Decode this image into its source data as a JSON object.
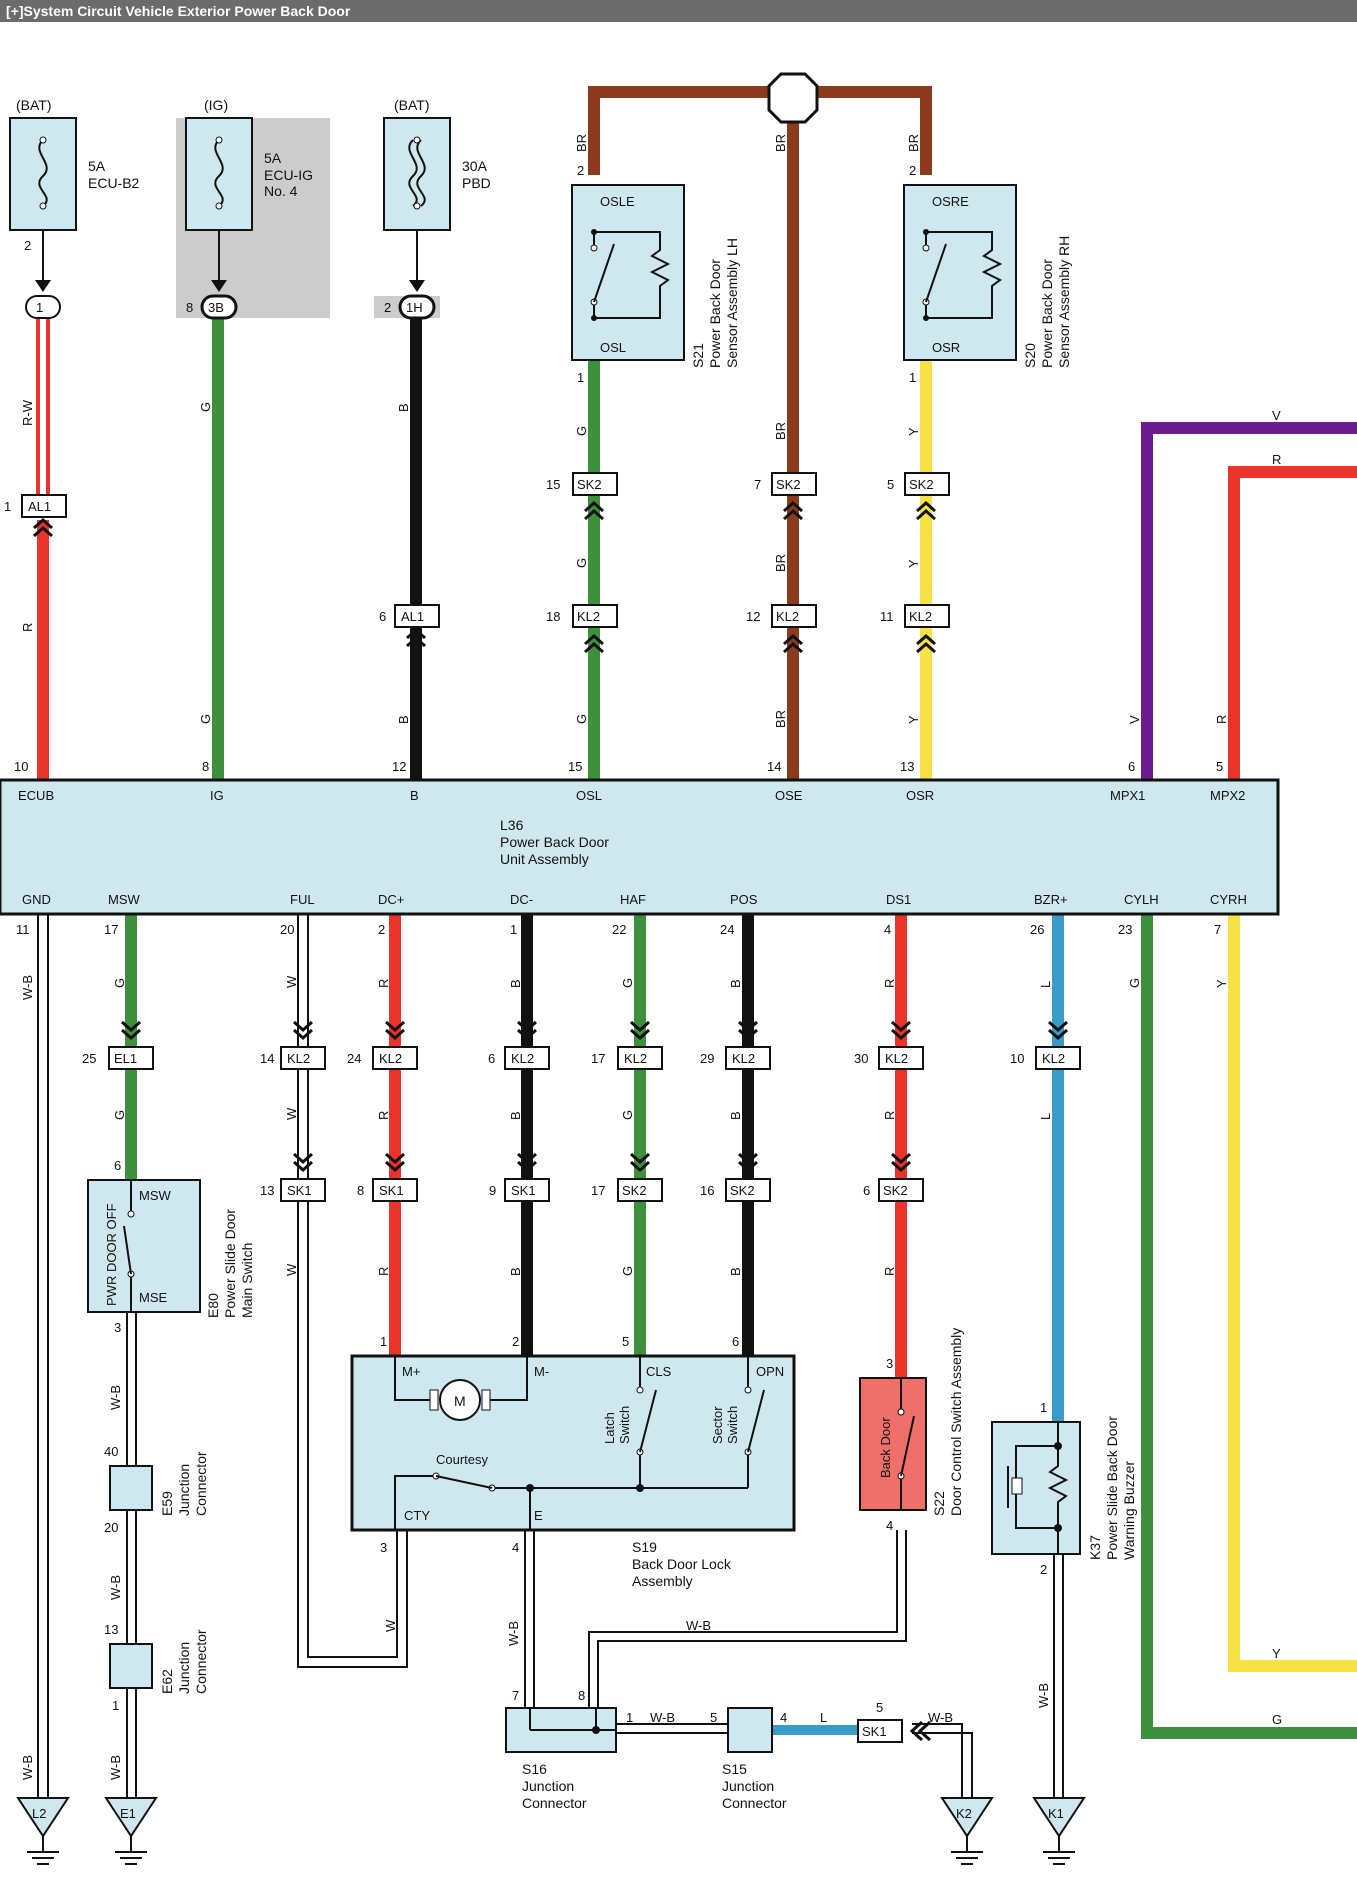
{
  "header": {
    "toggle": "[+]",
    "title": "System Circuit  Vehicle Exterior  Power Back Door"
  },
  "colors": {
    "R": "#e8342a",
    "G": "#3e8f3e",
    "B": "#111111",
    "BR": "#8b3a1e",
    "Y": "#f7e245",
    "V": "#6a1d8f",
    "L": "#3a9bc9",
    "W": "#ffffff",
    "box": "#cfe8f0",
    "switch_red": "#ef6f6a",
    "shade": "#cccccc"
  },
  "fuses": [
    {
      "supply": "(BAT)",
      "rating": "5A",
      "name1": "ECU-B2",
      "name2": "",
      "pin": "2"
    },
    {
      "supply": "(IG)",
      "rating": "5A",
      "name1": "ECU-IG",
      "name2": "No. 4",
      "pin": ""
    },
    {
      "supply": "(BAT)",
      "rating": "30A",
      "name1": "PBD",
      "name2": "",
      "pin": ""
    }
  ],
  "ovals": [
    {
      "id": "1",
      "pin": ""
    },
    {
      "id": "3B",
      "pin": "8"
    },
    {
      "id": "1H",
      "pin": "2"
    }
  ],
  "sensors": [
    {
      "top": "OSLE",
      "bottom": "OSL",
      "code": "S21",
      "name1": "Power Back Door",
      "name2": "Sensor Assembly LH",
      "pin_top": "2",
      "pin_bottom": "1"
    },
    {
      "top": "OSRE",
      "bottom": "OSR",
      "code": "S20",
      "name1": "Power Back Door",
      "name2": "Sensor Assembly RH",
      "pin_top": "2",
      "pin_bottom": "1"
    }
  ],
  "ecu": {
    "code": "L36",
    "name1": "Power Back Door",
    "name2": "Unit Assembly",
    "top_pins": [
      {
        "name": "ECUB",
        "num": "10"
      },
      {
        "name": "IG",
        "num": "8"
      },
      {
        "name": "B",
        "num": "12"
      },
      {
        "name": "OSL",
        "num": "15"
      },
      {
        "name": "OSE",
        "num": "14"
      },
      {
        "name": "OSR",
        "num": "13"
      },
      {
        "name": "MPX1",
        "num": "6"
      },
      {
        "name": "MPX2",
        "num": "5"
      }
    ],
    "bottom_pins": [
      {
        "name": "GND",
        "num": "11"
      },
      {
        "name": "MSW",
        "num": "17"
      },
      {
        "name": "FUL",
        "num": "20"
      },
      {
        "name": "DC+",
        "num": "2"
      },
      {
        "name": "DC-",
        "num": "1"
      },
      {
        "name": "HAF",
        "num": "22"
      },
      {
        "name": "POS",
        "num": "24"
      },
      {
        "name": "DS1",
        "num": "4"
      },
      {
        "name": "BZR+",
        "num": "26"
      },
      {
        "name": "CYLH",
        "num": "23"
      },
      {
        "name": "CYRH",
        "num": "7"
      }
    ]
  },
  "upper_connectors": [
    {
      "name": "AL1",
      "num": "1"
    },
    {
      "name": "AL1",
      "num": "6"
    },
    {
      "name": "SK2",
      "num": "15"
    },
    {
      "name": "SK2",
      "num": "7"
    },
    {
      "name": "SK2",
      "num": "5"
    },
    {
      "name": "KL2",
      "num": "18"
    },
    {
      "name": "KL2",
      "num": "12"
    },
    {
      "name": "KL2",
      "num": "11"
    }
  ],
  "lower_connectors_row1": [
    {
      "name": "EL1",
      "num": "25"
    },
    {
      "name": "KL2",
      "num": "14"
    },
    {
      "name": "KL2",
      "num": "24"
    },
    {
      "name": "KL2",
      "num": "6"
    },
    {
      "name": "KL2",
      "num": "17"
    },
    {
      "name": "KL2",
      "num": "29"
    },
    {
      "name": "KL2",
      "num": "30"
    },
    {
      "name": "KL2",
      "num": "10"
    }
  ],
  "lower_connectors_row2": [
    {
      "name": "SK1",
      "num": "13"
    },
    {
      "name": "SK1",
      "num": "8"
    },
    {
      "name": "SK1",
      "num": "9"
    },
    {
      "name": "SK2",
      "num": "17"
    },
    {
      "name": "SK2",
      "num": "16"
    },
    {
      "name": "SK2",
      "num": "6"
    }
  ],
  "main_switch": {
    "top": "MSW",
    "bottom": "MSE",
    "inside": "PWR DOOR OFF",
    "code": "E80",
    "name1": "Power Slide Door",
    "name2": "Main Switch",
    "pin_top": "6",
    "pin_bottom": "3"
  },
  "lock": {
    "code": "S19",
    "name1": "Back Door Lock",
    "name2": "Assembly",
    "mplus": "M+",
    "mminus": "M-",
    "motor": "M",
    "cls": "CLS",
    "opn": "OPN",
    "latch1": "Latch",
    "latch2": "Switch",
    "sector1": "Sector",
    "sector2": "Switch",
    "courtesy": "Courtesy",
    "cty": "CTY",
    "e": "E",
    "pins": [
      "1",
      "2",
      "5",
      "6",
      "3",
      "4"
    ]
  },
  "door_switch": {
    "inside": "Back Door",
    "code": "S22",
    "name": "Door Control Switch Assembly",
    "pin_top": "3",
    "pin_bottom": "4"
  },
  "buzzer": {
    "code": "K37",
    "name1": "Power Slide Back Door",
    "name2": "Warning Buzzer",
    "pin_top": "1",
    "pin_bottom": "2"
  },
  "junctions": [
    {
      "code": "E59",
      "name1": "Junction",
      "name2": "Connector",
      "pin_top": "40",
      "pin_bottom": "20"
    },
    {
      "code": "E62",
      "name1": "Junction",
      "name2": "Connector",
      "pin_top": "13",
      "pin_bottom": "1"
    },
    {
      "code": "S16",
      "name1": "Junction",
      "name2": "Connector",
      "pin_a": "7",
      "pin_b": "8",
      "pin_c": "1"
    },
    {
      "code": "S15",
      "name1": "Junction",
      "name2": "Connector",
      "pin_a": "5",
      "pin_b": "4"
    }
  ],
  "sk1_bottom": {
    "name": "SK1",
    "num": "5"
  },
  "grounds": [
    "L2",
    "E1",
    "K2",
    "K1"
  ],
  "wire_labels": {
    "rw": "R-W",
    "r": "R",
    "g": "G",
    "b": "B",
    "br": "BR",
    "y": "Y",
    "v": "V",
    "w": "W",
    "wb": "W-B",
    "l": "L"
  }
}
